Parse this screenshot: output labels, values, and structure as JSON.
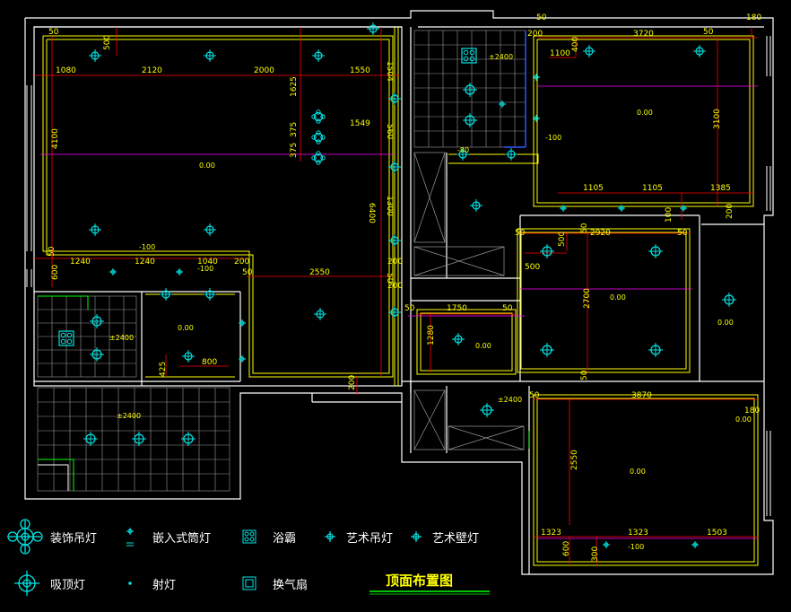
{
  "title": "顶面布置图",
  "colors": {
    "wall": "#ffffff",
    "frame": "#ffff00",
    "dim": "#ff0000",
    "text": "#ffff00",
    "light": "#00e5e5",
    "axis": "#ff00ff",
    "tile": "#b0b0b0",
    "green": "#00ff00"
  },
  "legend": [
    {
      "icon": "decorative-chandelier-icon",
      "label": "装饰吊灯"
    },
    {
      "icon": "recessed-downlight-icon",
      "label": "嵌入式筒灯"
    },
    {
      "icon": "bath-heater-icon",
      "label": "浴霸"
    },
    {
      "icon": "art-pendant-icon",
      "label": "艺术吊灯"
    },
    {
      "icon": "art-wall-lamp-icon",
      "label": "艺术壁灯"
    },
    {
      "icon": "ceiling-lamp-icon",
      "label": "吸顶灯"
    },
    {
      "icon": "spotlight-icon",
      "label": "射灯"
    },
    {
      "icon": "exhaust-fan-icon",
      "label": "换气扇"
    }
  ],
  "dimensions": [
    "50",
    "500",
    "1080",
    "2120",
    "2000",
    "1550",
    "1504",
    "1625",
    "375",
    "375",
    "1549",
    "4100",
    "6400",
    "1300",
    "560",
    "50",
    "1240",
    "1240",
    "1040",
    "200",
    "50",
    "2550",
    "200",
    "200",
    "600",
    "50",
    "425",
    "800",
    "200",
    "50",
    "1750",
    "50",
    "1280",
    "50",
    "2920",
    "50",
    "500",
    "500",
    "2700",
    "50",
    "50",
    "3870",
    "50",
    "180",
    "2550",
    "1323",
    "1323",
    "1503",
    "600",
    "300",
    "50",
    "3720",
    "50",
    "180",
    "200",
    "400",
    "1100",
    "3100",
    "1105",
    "1105",
    "1385",
    "100",
    "200"
  ],
  "levels": [
    "0.00",
    "-100",
    "±2400",
    "0.00",
    "0.00",
    "-100",
    "±2400",
    "±2400",
    "-80",
    "-100",
    "0.00",
    "0.00",
    "0.00",
    "0.00",
    "±2400",
    "-100",
    "0.00"
  ]
}
